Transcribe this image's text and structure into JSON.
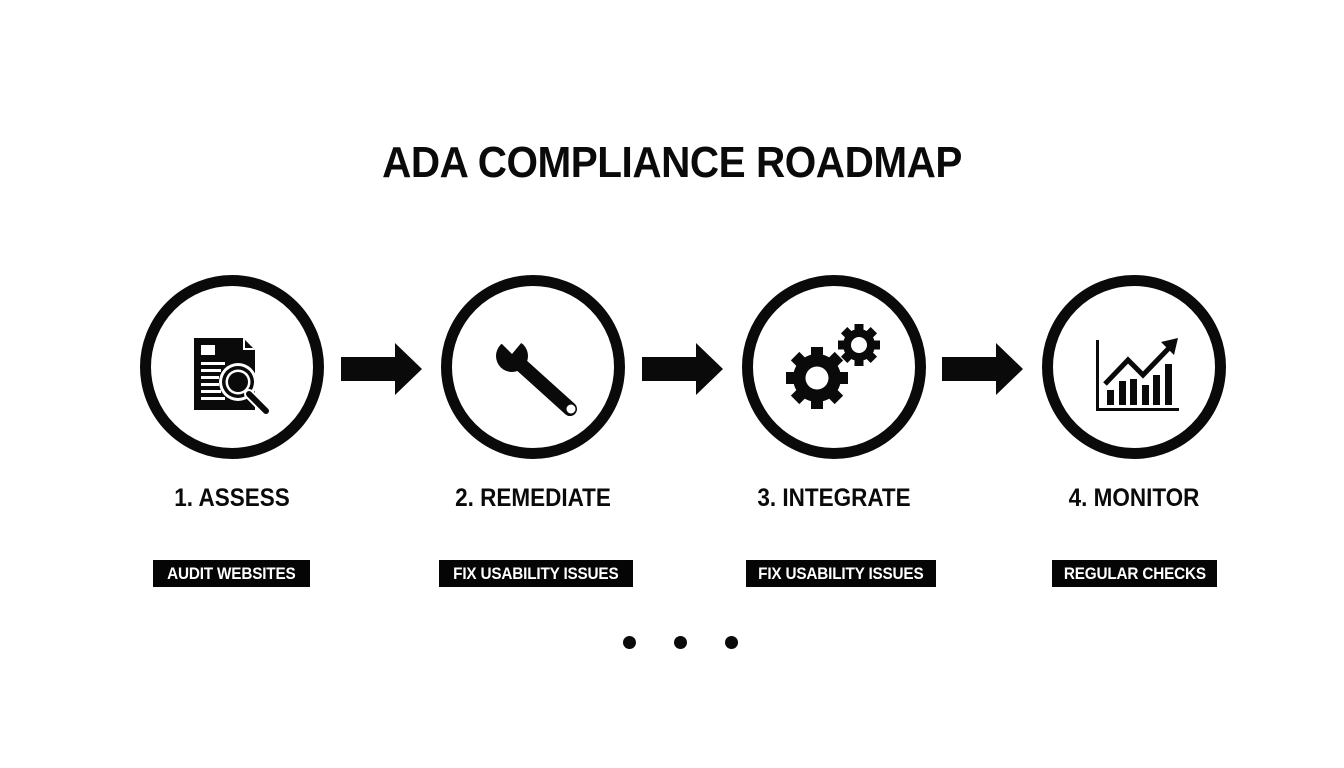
{
  "title": "ADA COMPLIANCE ROADMAP",
  "colors": {
    "background": "#ffffff",
    "foreground": "#0a0a0a",
    "badge_bg": "#050505",
    "badge_text": "#ffffff"
  },
  "steps": [
    {
      "number": "1",
      "label": "1. ASSESS",
      "badge": "AUDIT WEBSITES",
      "icon": "document-magnifier-icon"
    },
    {
      "number": "2",
      "label": "2. REMEDIATE",
      "badge": "FIX USABILITY ISSUES",
      "icon": "wrench-icon"
    },
    {
      "number": "3",
      "label": "3. INTEGRATE",
      "badge": "FIX USABILITY ISSUES",
      "icon": "gears-icon"
    },
    {
      "number": "4",
      "label": "4. MONITOR",
      "badge": "REGULAR CHECKS",
      "icon": "growth-chart-icon"
    }
  ],
  "connectors": [
    "arrow-right-icon",
    "arrow-right-icon",
    "arrow-right-icon"
  ],
  "pagination": {
    "dots": 3,
    "icon": "ellipsis-dots-icon"
  }
}
